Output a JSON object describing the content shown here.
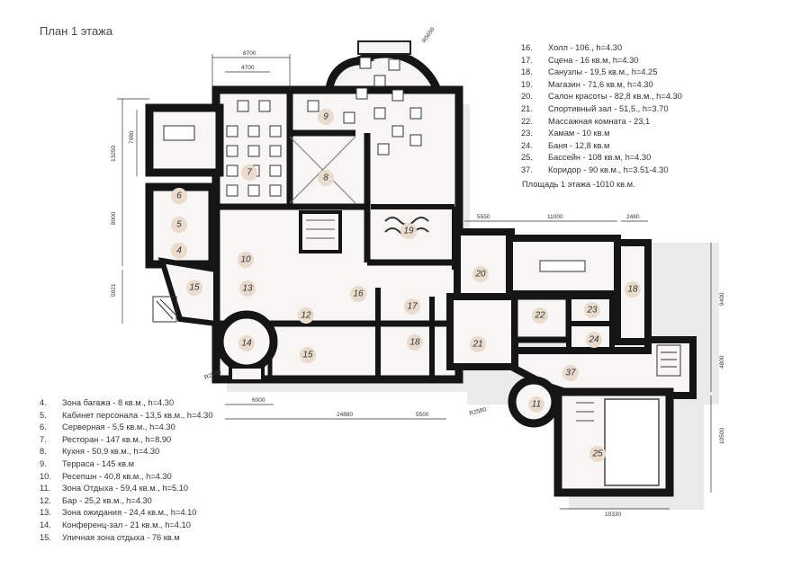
{
  "title": "План 1 этажа",
  "legend_right": [
    {
      "num": "16.",
      "text": "Холл - 106., h=4.30"
    },
    {
      "num": "17.",
      "text": "Сцена - 16 кв.м, h=4.30"
    },
    {
      "num": "18.",
      "text": "Санузлы - 19,5 кв.м., h=4.25"
    },
    {
      "num": "19.",
      "text": "Магазин - 71,6 кв.м, h=4.30"
    },
    {
      "num": "20.",
      "text": "Салон красоты - 82,8 кв.м., h=4.30"
    },
    {
      "num": "21.",
      "text": "Спортивный зал - 51,5., h=3.70"
    },
    {
      "num": "22.",
      "text": "Массажная комната - 23,1"
    },
    {
      "num": "23.",
      "text": "Хамам - 10 кв.м"
    },
    {
      "num": "24.",
      "text": "Баня - 12,8 кв.м"
    },
    {
      "num": "25.",
      "text": "Бассейн - 108 кв.м, h=4.30"
    },
    {
      "num": "37.",
      "text": "Коридор - 90 кв.м., h=3.51-4.30"
    }
  ],
  "floor_area": "Площадь 1 этажа -1010 кв.м.",
  "legend_left": [
    {
      "num": "4.",
      "text": "Зона багажа - 8 кв.м., h=4.30"
    },
    {
      "num": "5.",
      "text": "Кабинет персонала - 13,5 кв.м., h=4.30"
    },
    {
      "num": "6.",
      "text": "Серверная - 5,5 кв.м., h=4.30"
    },
    {
      "num": "7.",
      "text": "Ресторан - 147 кв.м., h=8.90"
    },
    {
      "num": "8.",
      "text": "Кухня - 50,9 кв.м., h=4.30"
    },
    {
      "num": "9.",
      "text": "Терраса - 145 кв.м"
    },
    {
      "num": "10.",
      "text": "Ресепшн - 40,8 кв.м., h=4.30"
    },
    {
      "num": "11.",
      "text": "Зона Отдыха - 59,4 кв.м., h=5.10"
    },
    {
      "num": "12.",
      "text": "Бар - 25,2 кв.м., h=4.30"
    },
    {
      "num": "13.",
      "text": "Зона ожидания - 24,4 кв.м., h=4.10"
    },
    {
      "num": "14.",
      "text": "Конференц-зал - 21 кв.м., h=4.10"
    },
    {
      "num": "15.",
      "text": "Уличная зона отдыха - 76 кв.м"
    }
  ],
  "dimensions": {
    "d8700": "8700",
    "d4700": "4700",
    "d13250": "13250",
    "d7980": "7980",
    "d8000": "8000",
    "d5921": "5921",
    "d6000": "6000",
    "d24880": "24880",
    "d5500": "5500",
    "d5550": "5550",
    "d11000": "11000",
    "d2480": "2480",
    "d9400": "9400",
    "d4800": "4800",
    "d10500": "10500",
    "d10330": "10330",
    "r2590": "R2590",
    "r2580": "R2580",
    "r5650": "R5650"
  },
  "rooms": [
    {
      "label": "4"
    },
    {
      "label": "5"
    },
    {
      "label": "6"
    },
    {
      "label": "7"
    },
    {
      "label": "8"
    },
    {
      "label": "9"
    },
    {
      "label": "10"
    },
    {
      "label": "11"
    },
    {
      "label": "12"
    },
    {
      "label": "13"
    },
    {
      "label": "14"
    },
    {
      "label": "15"
    },
    {
      "label": "15"
    },
    {
      "label": "16"
    },
    {
      "label": "17"
    },
    {
      "label": "18"
    },
    {
      "label": "18"
    },
    {
      "label": "19"
    },
    {
      "label": "20"
    },
    {
      "label": "21"
    },
    {
      "label": "22"
    },
    {
      "label": "23"
    },
    {
      "label": "24"
    },
    {
      "label": "25"
    },
    {
      "label": "37"
    }
  ],
  "colors": {
    "wall": "#151515",
    "floor": "#f7f6f4",
    "shadow": "#d4d4d4",
    "marker": "#e9dccd"
  }
}
